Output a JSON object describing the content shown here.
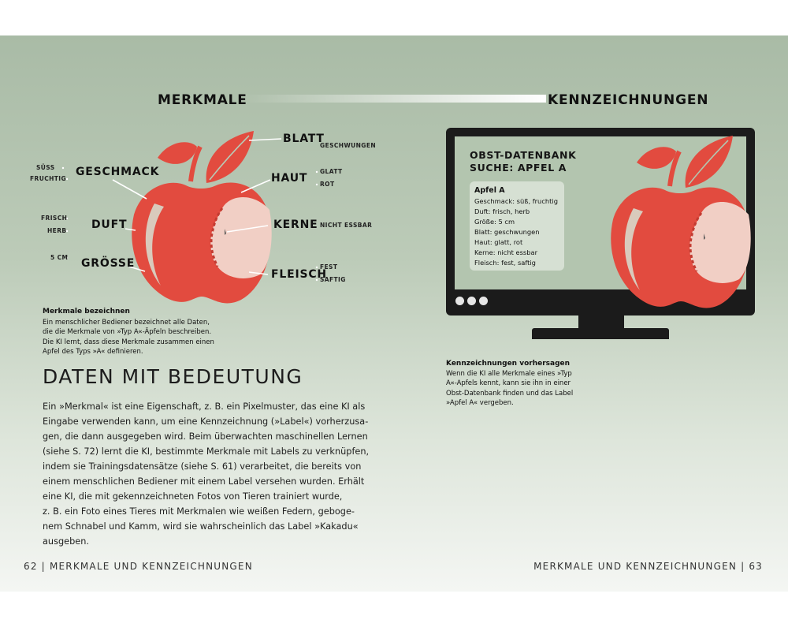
{
  "headers": {
    "left": "MERKMALE",
    "right": "KENNZEICHNUNGEN"
  },
  "features": {
    "geschmack": {
      "label": "GESCHMACK",
      "values": [
        "SÜSS",
        "FRUCHTIG"
      ]
    },
    "duft": {
      "label": "DUFT",
      "values": [
        "FRISCH",
        "HERB"
      ]
    },
    "groesse": {
      "label": "GRÖSSE",
      "values": [
        "5 CM"
      ]
    },
    "blatt": {
      "label": "BLATT",
      "values": [
        "GESCHWUNGEN"
      ]
    },
    "haut": {
      "label": "HAUT",
      "values": [
        "GLATT",
        "ROT"
      ]
    },
    "kerne": {
      "label": "KERNE",
      "values": [
        "NICHT ESSBAR"
      ]
    },
    "fleisch": {
      "label": "FLEISCH",
      "values": [
        "FEST",
        "SAFTIG"
      ]
    }
  },
  "caption_left": {
    "title": "Merkmale bezeichnen",
    "lines": [
      "Ein menschlicher Bediener bezeichnet alle Daten,",
      "die die Merkmale von »Typ A«-Äpfeln beschreiben.",
      "Die KI lernt, dass diese Merkmale zusammen einen",
      "Apfel des Typs »A« definieren."
    ]
  },
  "section": {
    "title": "DATEN MIT BEDEUTUNG",
    "lines": [
      "Ein »Merkmal« ist eine Eigenschaft, z. B. ein Pixelmuster, das eine KI als",
      "Eingabe verwenden kann, um eine Kennzeichnung (»Label«) vorherzusa-",
      "gen, die dann ausgegeben wird. Beim überwachten maschinellen Lernen",
      "(siehe S. 72) lernt die KI, bestimmte Merkmale mit Labels zu verknüpfen,",
      "indem sie Trainingsdatensätze (siehe S. 61) verarbeitet, die bereits von",
      "einem menschlichen Bediener mit einem Label versehen wurden. Erhält",
      "eine KI, die mit gekennzeichneten Fotos von Tieren trainiert wurde,",
      "z. B. ein Foto eines Tieres mit Merkmalen wie weißen Federn, geboge-",
      "nem Schnabel und Kamm, wird sie wahrscheinlich das Label »Kakadu«",
      "ausgeben."
    ]
  },
  "screen": {
    "title_lines": [
      "OBST-DATENBANK",
      "SUCHE: APFEL A"
    ],
    "card_title": "Apfel A",
    "card_lines": [
      "Geschmack: süß, fruchtig",
      "Duft: frisch, herb",
      "Größe: 5 cm",
      "Blatt: geschwungen",
      "Haut: glatt, rot",
      "Kerne: nicht essbar",
      "Fleisch: fest, saftig"
    ]
  },
  "caption_right": {
    "title": "Kennzeichnungen vorhersagen",
    "lines": [
      "Wenn die KI alle Merkmale eines »Typ",
      "A«-Apfels kennt, kann sie ihn in einer",
      "Obst-Datenbank finden und das Label",
      "»Apfel A« vergeben."
    ]
  },
  "footer": {
    "left": "62 | MERKMALE UND KENNZEICHNUNGEN",
    "right": "MERKMALE UND KENNZEICHNUNGEN | 63"
  },
  "colors": {
    "apple_red": "#e24b3f",
    "apple_flesh": "#f1cfc5",
    "page_green": "#b3c5af",
    "monitor": "#1b1b1b"
  }
}
